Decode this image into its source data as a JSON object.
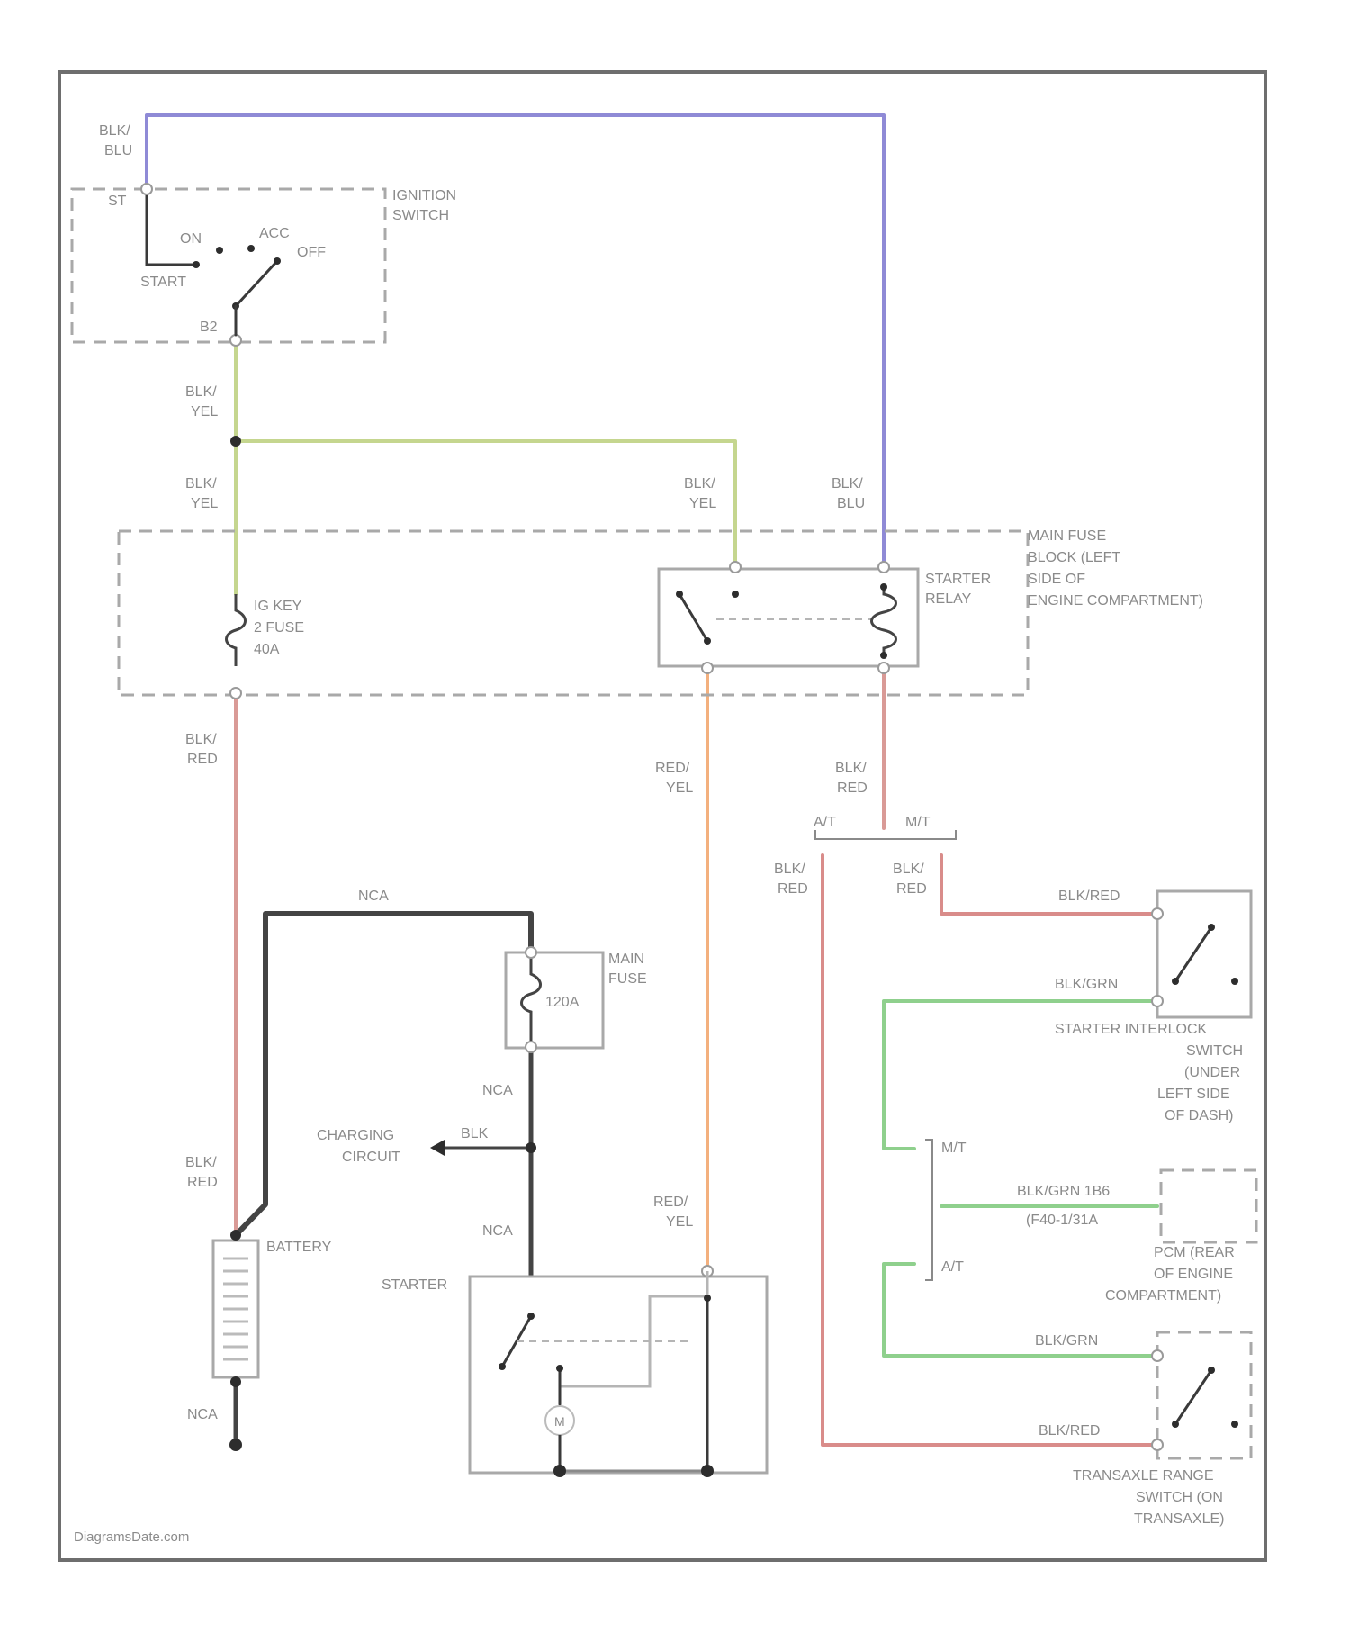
{
  "labels": {
    "blk_blu_1": "BLK/",
    "blk_blu_2": "BLU",
    "st": "ST",
    "ign_1": "IGNITION",
    "ign_2": "SWITCH",
    "on": "ON",
    "acc": "ACC",
    "off": "OFF",
    "start": "START",
    "b2": "B2",
    "blk_yel_1": "BLK/",
    "blk_yel_2": "YEL",
    "mfb_1": "MAIN FUSE",
    "mfb_2": "BLOCK (LEFT",
    "mfb_3": "SIDE OF",
    "mfb_4": "ENGINE COMPARTMENT)",
    "relay_1": "STARTER",
    "relay_2": "RELAY",
    "ig_1": "IG KEY",
    "ig_2": "2 FUSE",
    "ig_3": "40A",
    "blk_red_1": "BLK/",
    "blk_red_2": "RED",
    "red_yel_1": "RED/",
    "red_yel_2": "YEL",
    "at": "A/T",
    "mt": "M/T",
    "blk_red_inline": "BLK/RED",
    "blk_grn_inline": "BLK/GRN",
    "nca": "NCA",
    "main_fuse_1": "MAIN",
    "main_fuse_2": "FUSE",
    "fuse_120": "120A",
    "interlock_1": "STARTER INTERLOCK",
    "interlock_2": "SWITCH",
    "interlock_3": "(UNDER",
    "interlock_4": "LEFT SIDE",
    "interlock_5": "OF DASH)",
    "charging_1": "CHARGING",
    "charging_2": "CIRCUIT",
    "blk": "BLK",
    "pcm_wire": "BLK/GRN  1B6",
    "pcm_pin": "(F40-1/31A",
    "pcm_1": "PCM (REAR",
    "pcm_2": "OF ENGINE",
    "pcm_3": "COMPARTMENT)",
    "battery": "BATTERY",
    "starter": "STARTER",
    "m": "M",
    "trs_1": "TRANSAXLE RANGE",
    "trs_2": "SWITCH (ON",
    "trs_3": "TRANSAXLE)",
    "watermark": "DiagramsDate.com"
  },
  "colors": {
    "blk_blu": "#8f8ad6",
    "blk_yel": "#c5d68f",
    "blk_red": "#d99a96",
    "red_yel": "#f3b07e",
    "blk_grn": "#8fd08d",
    "nca": "#444444",
    "trs_red": "#d98c8a"
  }
}
